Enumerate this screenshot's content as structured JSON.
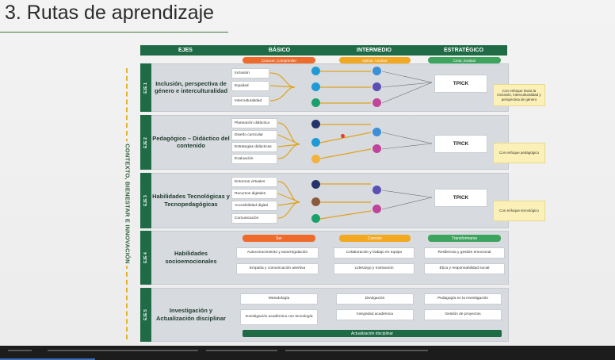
{
  "title": "3. Rutas de aprendizaje",
  "side_label": "CONTEXTO, BIENESTAR E INNOVACIÓN",
  "headers": {
    "ejes": "EJES",
    "basico": "BÁSICO",
    "intermedio": "INTERMEDIO",
    "estrategico": "ESTRATÉGICO"
  },
  "level_pills": {
    "basico": "Conocer, Comprender",
    "intermedio": "Aplicar, Analizar",
    "estrategico": "Crear, Evaluar"
  },
  "rows": [
    {
      "tag": "EJE 1",
      "label": "Inclusión, perspectiva de género e interculturalidad",
      "items": [
        "Inclusión",
        "Equidad",
        "Interculturalidad"
      ],
      "tpick": "TPICK",
      "note": "Con enfoque hacia la inclusión, interculturalidad y perspectiva de género"
    },
    {
      "tag": "EJE 2",
      "label": "Pedagógico – Didáctico del contenido",
      "items": [
        "Planeación didáctica",
        "Diseño curricular",
        "Estrategias didácticas",
        "Evaluación"
      ],
      "tpick": "TPICK",
      "note": "Con enfoque pedagógico"
    },
    {
      "tag": "EJE 3",
      "label": "Habilidades Tecnológicas y Tecnopedagógicas",
      "items": [
        "Entornos virtuales",
        "Recursos digitales",
        "Accesibilidad digital",
        "Comunicación"
      ],
      "tpick": "TPICK",
      "note": "Con enfoque tecnológico"
    },
    {
      "tag": "EJE 4",
      "label": "Habilidades socioemocionales",
      "pills": [
        "Ser",
        "Convivir",
        "Transformarse"
      ],
      "basico": [
        "Autoconocimiento y autorregulación",
        "Empatía y comunicación asertiva"
      ],
      "intermedio": [
        "Colaboración y trabajo en equipo",
        "Liderazgo y motivación"
      ],
      "estrategico": [
        "Resiliencia y gestión emocional",
        "Ética y responsabilidad social"
      ]
    },
    {
      "tag": "EJE 5",
      "label": "Investigación y Actualización disciplinar",
      "basico": [
        "Metodología",
        "Investigación académica con tecnología"
      ],
      "intermedio": [
        "Divulgación",
        "Integridad académica"
      ],
      "estrategico": [
        "Pedagogía en la investigación",
        "Gestión de proyectos"
      ],
      "footer": "Actualización disciplinar"
    }
  ],
  "colors": {
    "header": "#1f6b46",
    "orange": "#ee6b2b",
    "amber": "#f2a821",
    "green": "#3da35d",
    "note": "#fbf1b8"
  }
}
